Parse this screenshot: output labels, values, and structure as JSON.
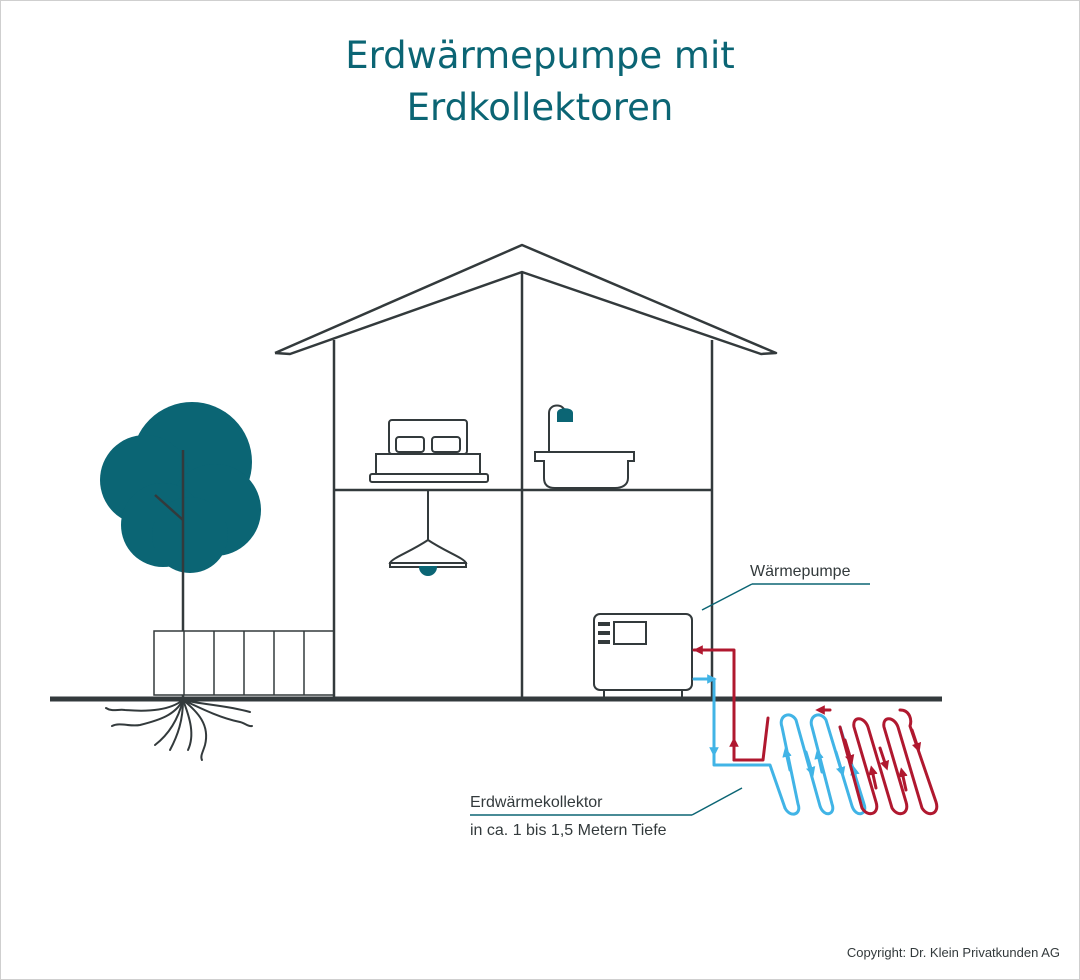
{
  "title": {
    "line1": "Erdwärmepumpe mit",
    "line2": "Erdkollektoren"
  },
  "labels": {
    "heat_pump": "Wärmepumpe",
    "collector_title": "Erdwärmekollektor",
    "collector_depth": "in ca. 1 bis 1,5 Metern Tiefe"
  },
  "copyright": "Copyright: Dr. Klein Privatkunden AG",
  "colors": {
    "title": "#0b6574",
    "tree": "#0b6574",
    "line": "#333a3c",
    "cold_pipe": "#41b4e6",
    "warm_pipe": "#b0182f"
  }
}
